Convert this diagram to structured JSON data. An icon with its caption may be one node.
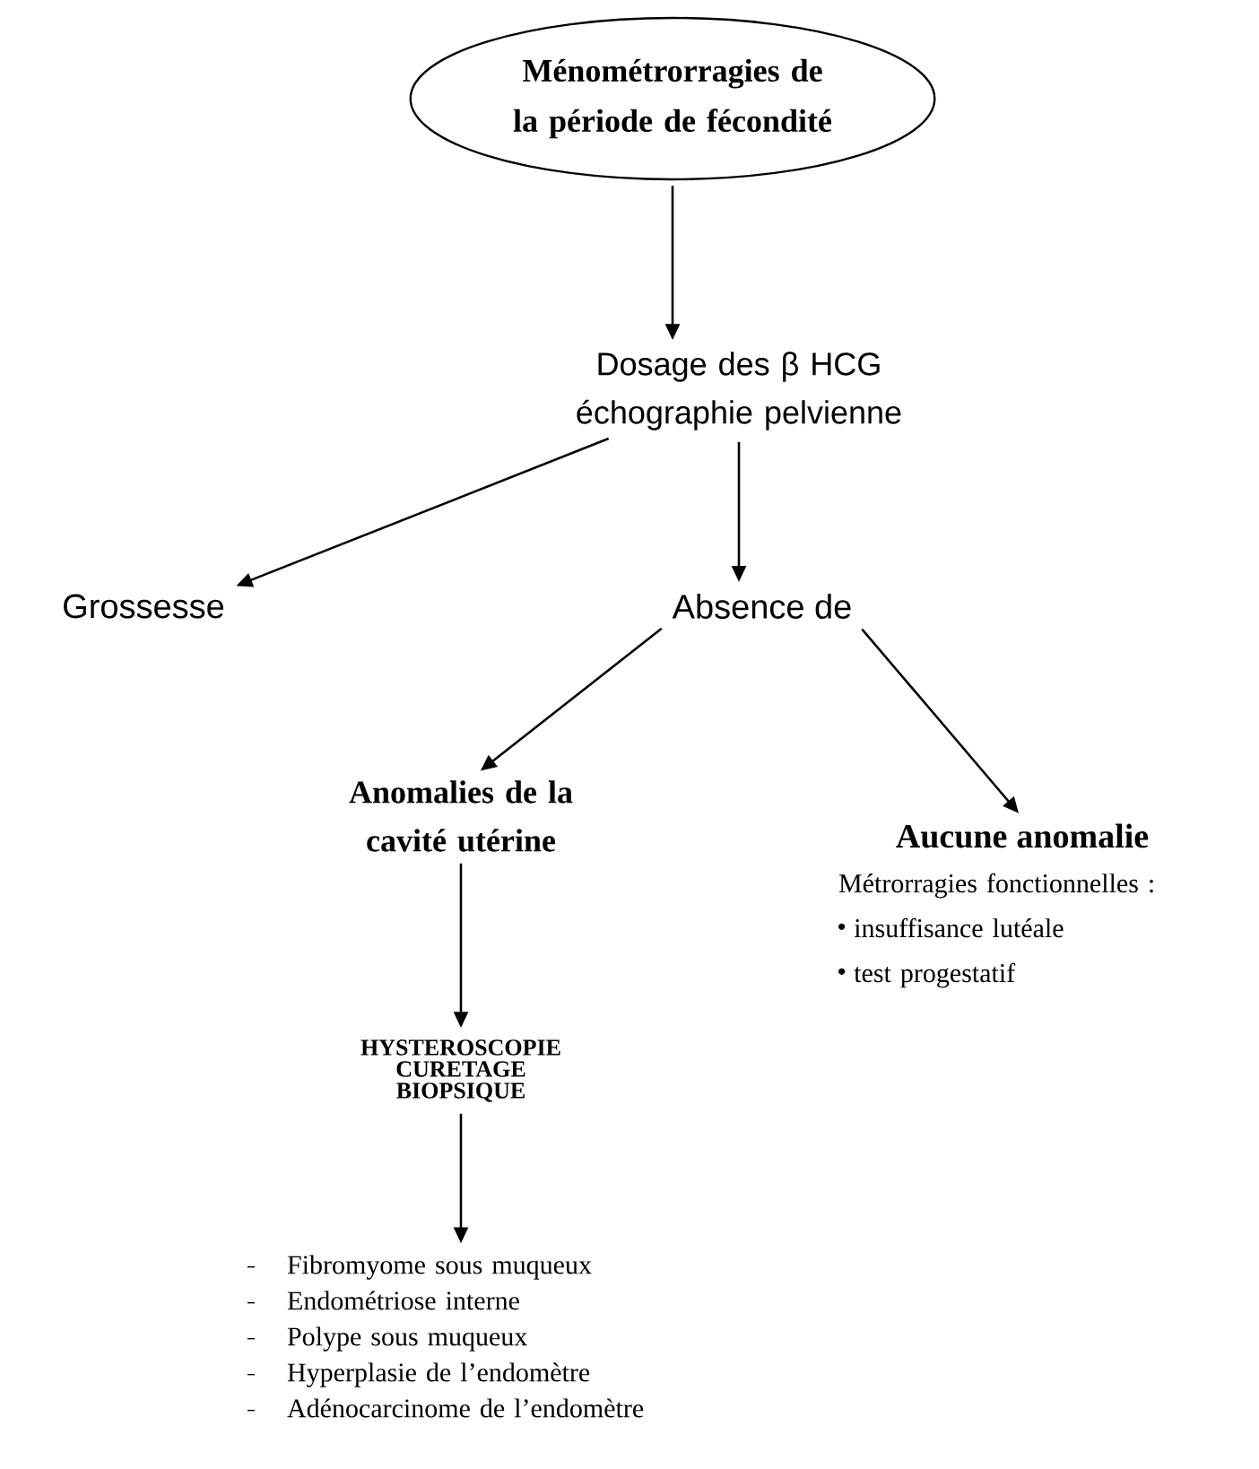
{
  "diagram": {
    "nodes": [
      {
        "text": [
          "Ménométrorragies de la période de fécondité"
        ]
      },
      {
        "text": [
          "Dosage des β HCG échographie pelvienne"
        ]
      },
      {
        "text": [
          "Grossesse"
        ]
      },
      {
        "text": [
          "Absence de"
        ]
      },
      {
        "text": [
          "Anomalies de la cavité utérine"
        ]
      },
      {
        "text": [
          "Aucune anomalie",
          "Métrorragies fonctionnelles :",
          "insuffisance lutéale",
          "test progestatif"
        ]
      },
      {
        "text": [
          "HYSTEROSCOPIE CURETAGE BIOPSIQUE"
        ]
      },
      {
        "text": [
          "Fibromyome sous muqueux",
          "Endométriose interne",
          "Polype sous muqueux",
          "Hyperplasie de l’endomètre",
          "Adénocarcinome de l’endomètre"
        ]
      }
    ],
    "edges": [
      {
        "from": 0,
        "to": 1,
        "arrow": "to"
      },
      {
        "from": 1,
        "to": 2,
        "arrow": "to"
      },
      {
        "from": 1,
        "to": 3,
        "arrow": "to"
      },
      {
        "from": 3,
        "to": 4,
        "arrow": "to"
      },
      {
        "from": 3,
        "to": 5,
        "arrow": "to"
      },
      {
        "from": 4,
        "to": 6,
        "arrow": "to"
      },
      {
        "from": 6,
        "to": 7,
        "arrow": "to"
      }
    ]
  }
}
